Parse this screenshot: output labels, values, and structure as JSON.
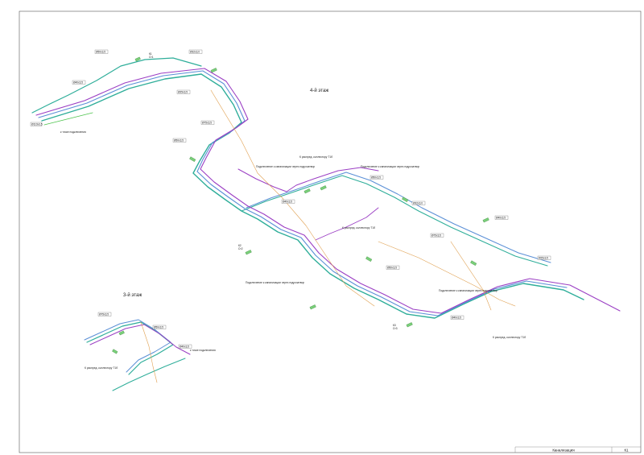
{
  "drawing": {
    "floor_labels": [
      "4-й этаж",
      "3-й этаж"
    ],
    "title_block": {
      "name": "Канализация",
      "sheet": "К1"
    },
    "tags": [
      "Ø50х3,5",
      "Ø40х3,5",
      "Ø32х3,0",
      "Ø25х3,5",
      "Ø75х3,5",
      "Ø110х3,5",
      "Ø50х3,5",
      "Ø40х3,5",
      "Ø50х3,5",
      "Ø32х3,0",
      "Ø75х3,5",
      "Ø40х3,5",
      "Ø25х3,5",
      "Ø50х3,5",
      "Ø40х3,5",
      "Ø75х3,5",
      "Ø50х3,5",
      "Ø40х3,5"
    ],
    "fixtures": [
      "К1",
      "Ст1",
      "К2",
      "Ст2",
      "К3",
      "Ст3"
    ],
    "notes": [
      "Подключение к канализации через гидрозатвор",
      "Подключение к канализации через гидрозатвор",
      "Подключение к канализации через гидрозатвор",
      "Подключение к канализации через гидрозатвор",
      "К распред. коллектору Т1б",
      "К распред. коллектору Т1б",
      "К распред. коллектору Т1б",
      "К распред. коллектору Т1б",
      "к точке подключения",
      "к точке подключения"
    ],
    "colors": {
      "pipe_cold": "#5a8fd6",
      "pipe_hot": "#9b3fc4",
      "pipe_sewer": "#2fae9a",
      "pipe_green": "#4fc44f",
      "pipe_orange": "#e0a050",
      "fixture": "#7ad07a"
    }
  }
}
